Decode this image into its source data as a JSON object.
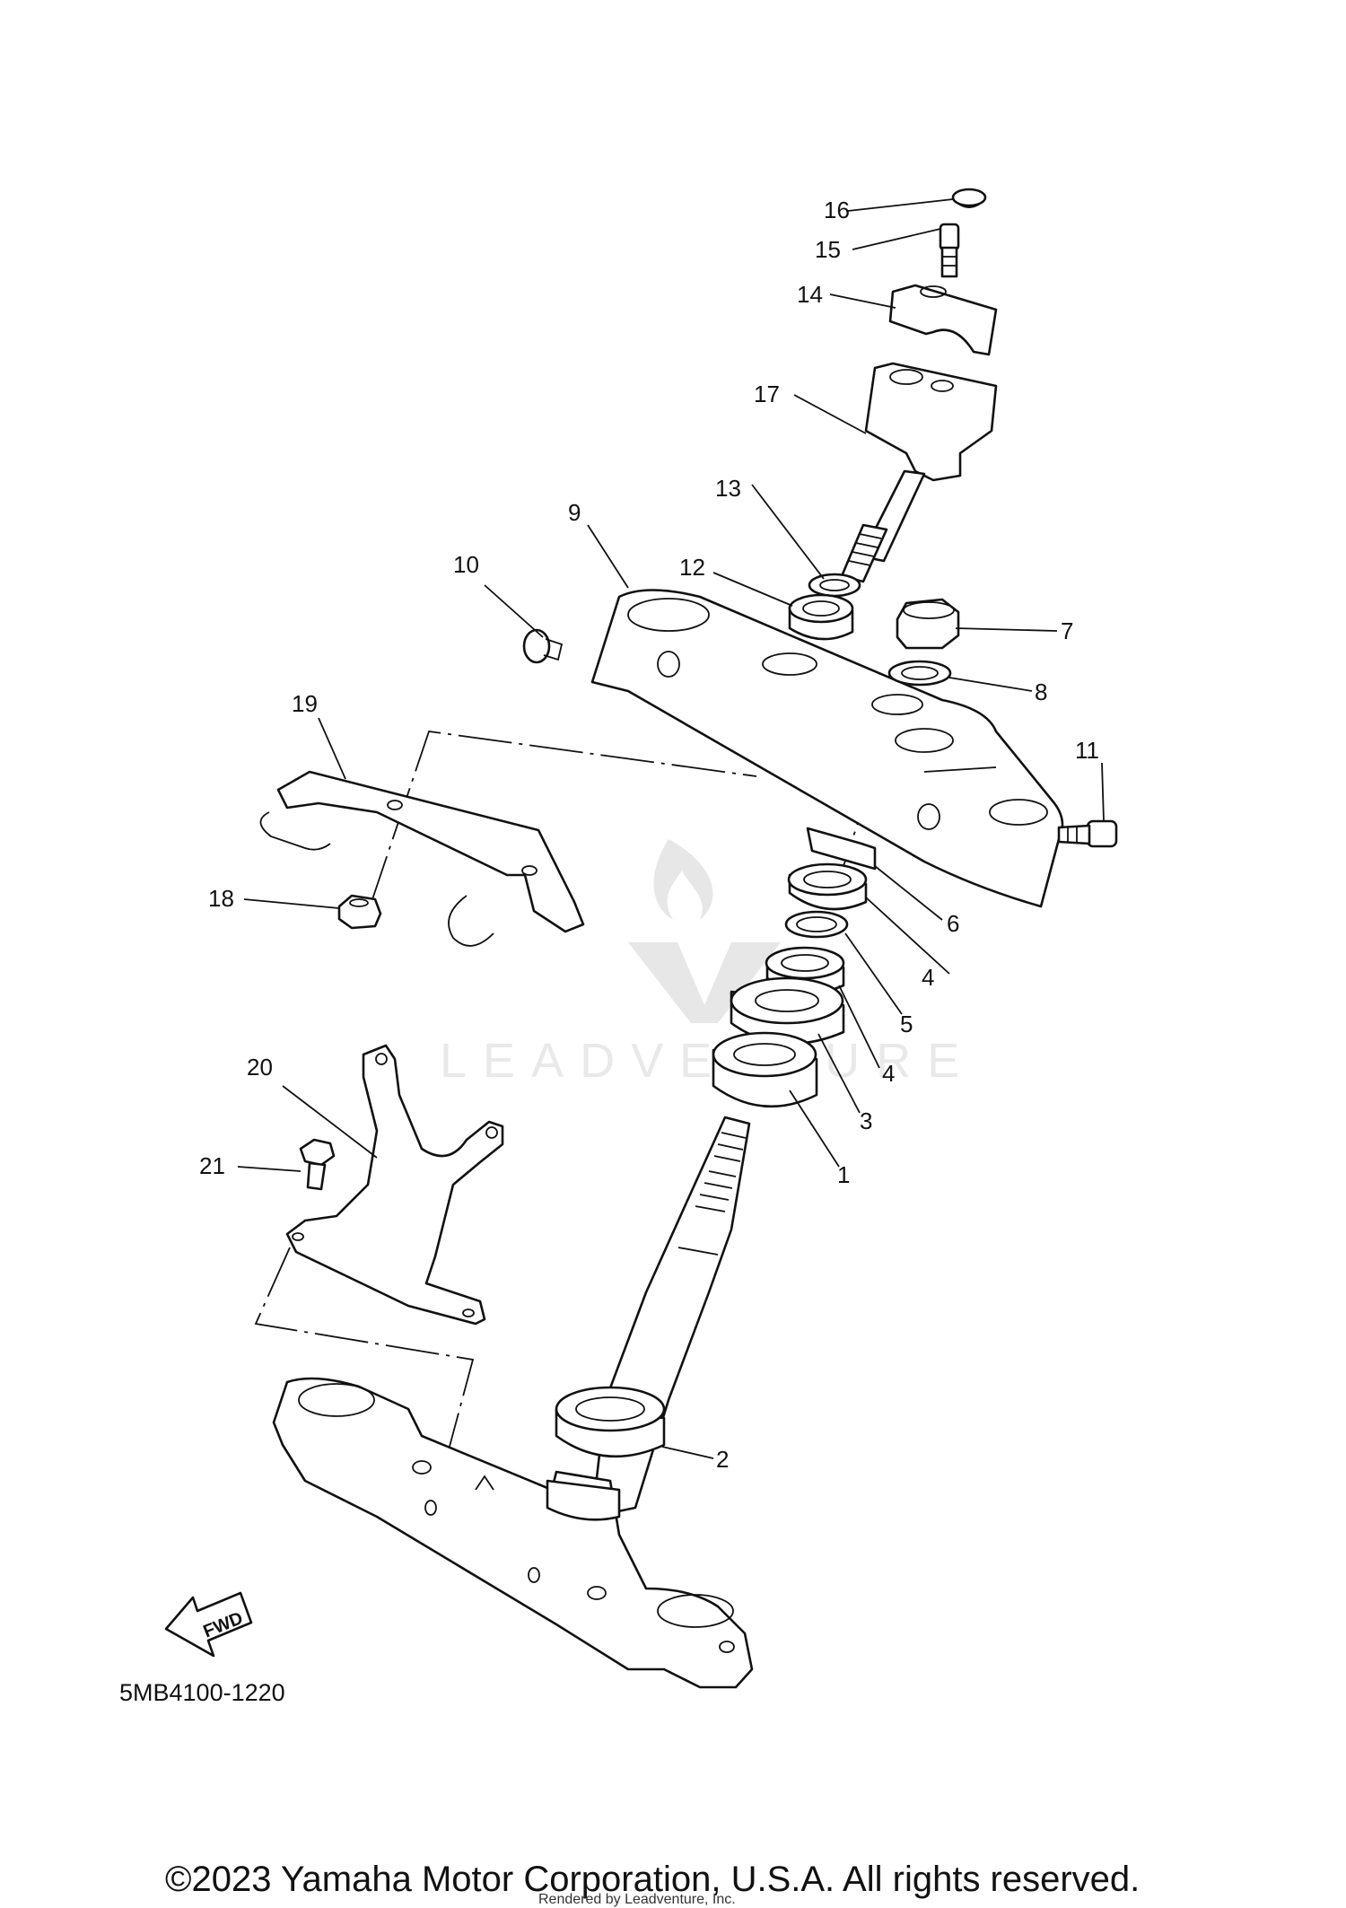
{
  "diagram": {
    "code": "5MB4100-1220",
    "fwd_label": "FWD",
    "watermark": "LEADVENTURE",
    "callouts": [
      "16",
      "15",
      "14",
      "17",
      "13",
      "12",
      "9",
      "10",
      "7",
      "8",
      "19",
      "11",
      "18",
      "6",
      "4",
      "5",
      "4",
      "3",
      "1",
      "20",
      "21",
      "2"
    ]
  },
  "footer": {
    "copyright": "©2023 Yamaha Motor Corporation, U.S.A. All rights reserved.",
    "rendered_by": "Rendered by Leadventure, Inc."
  }
}
